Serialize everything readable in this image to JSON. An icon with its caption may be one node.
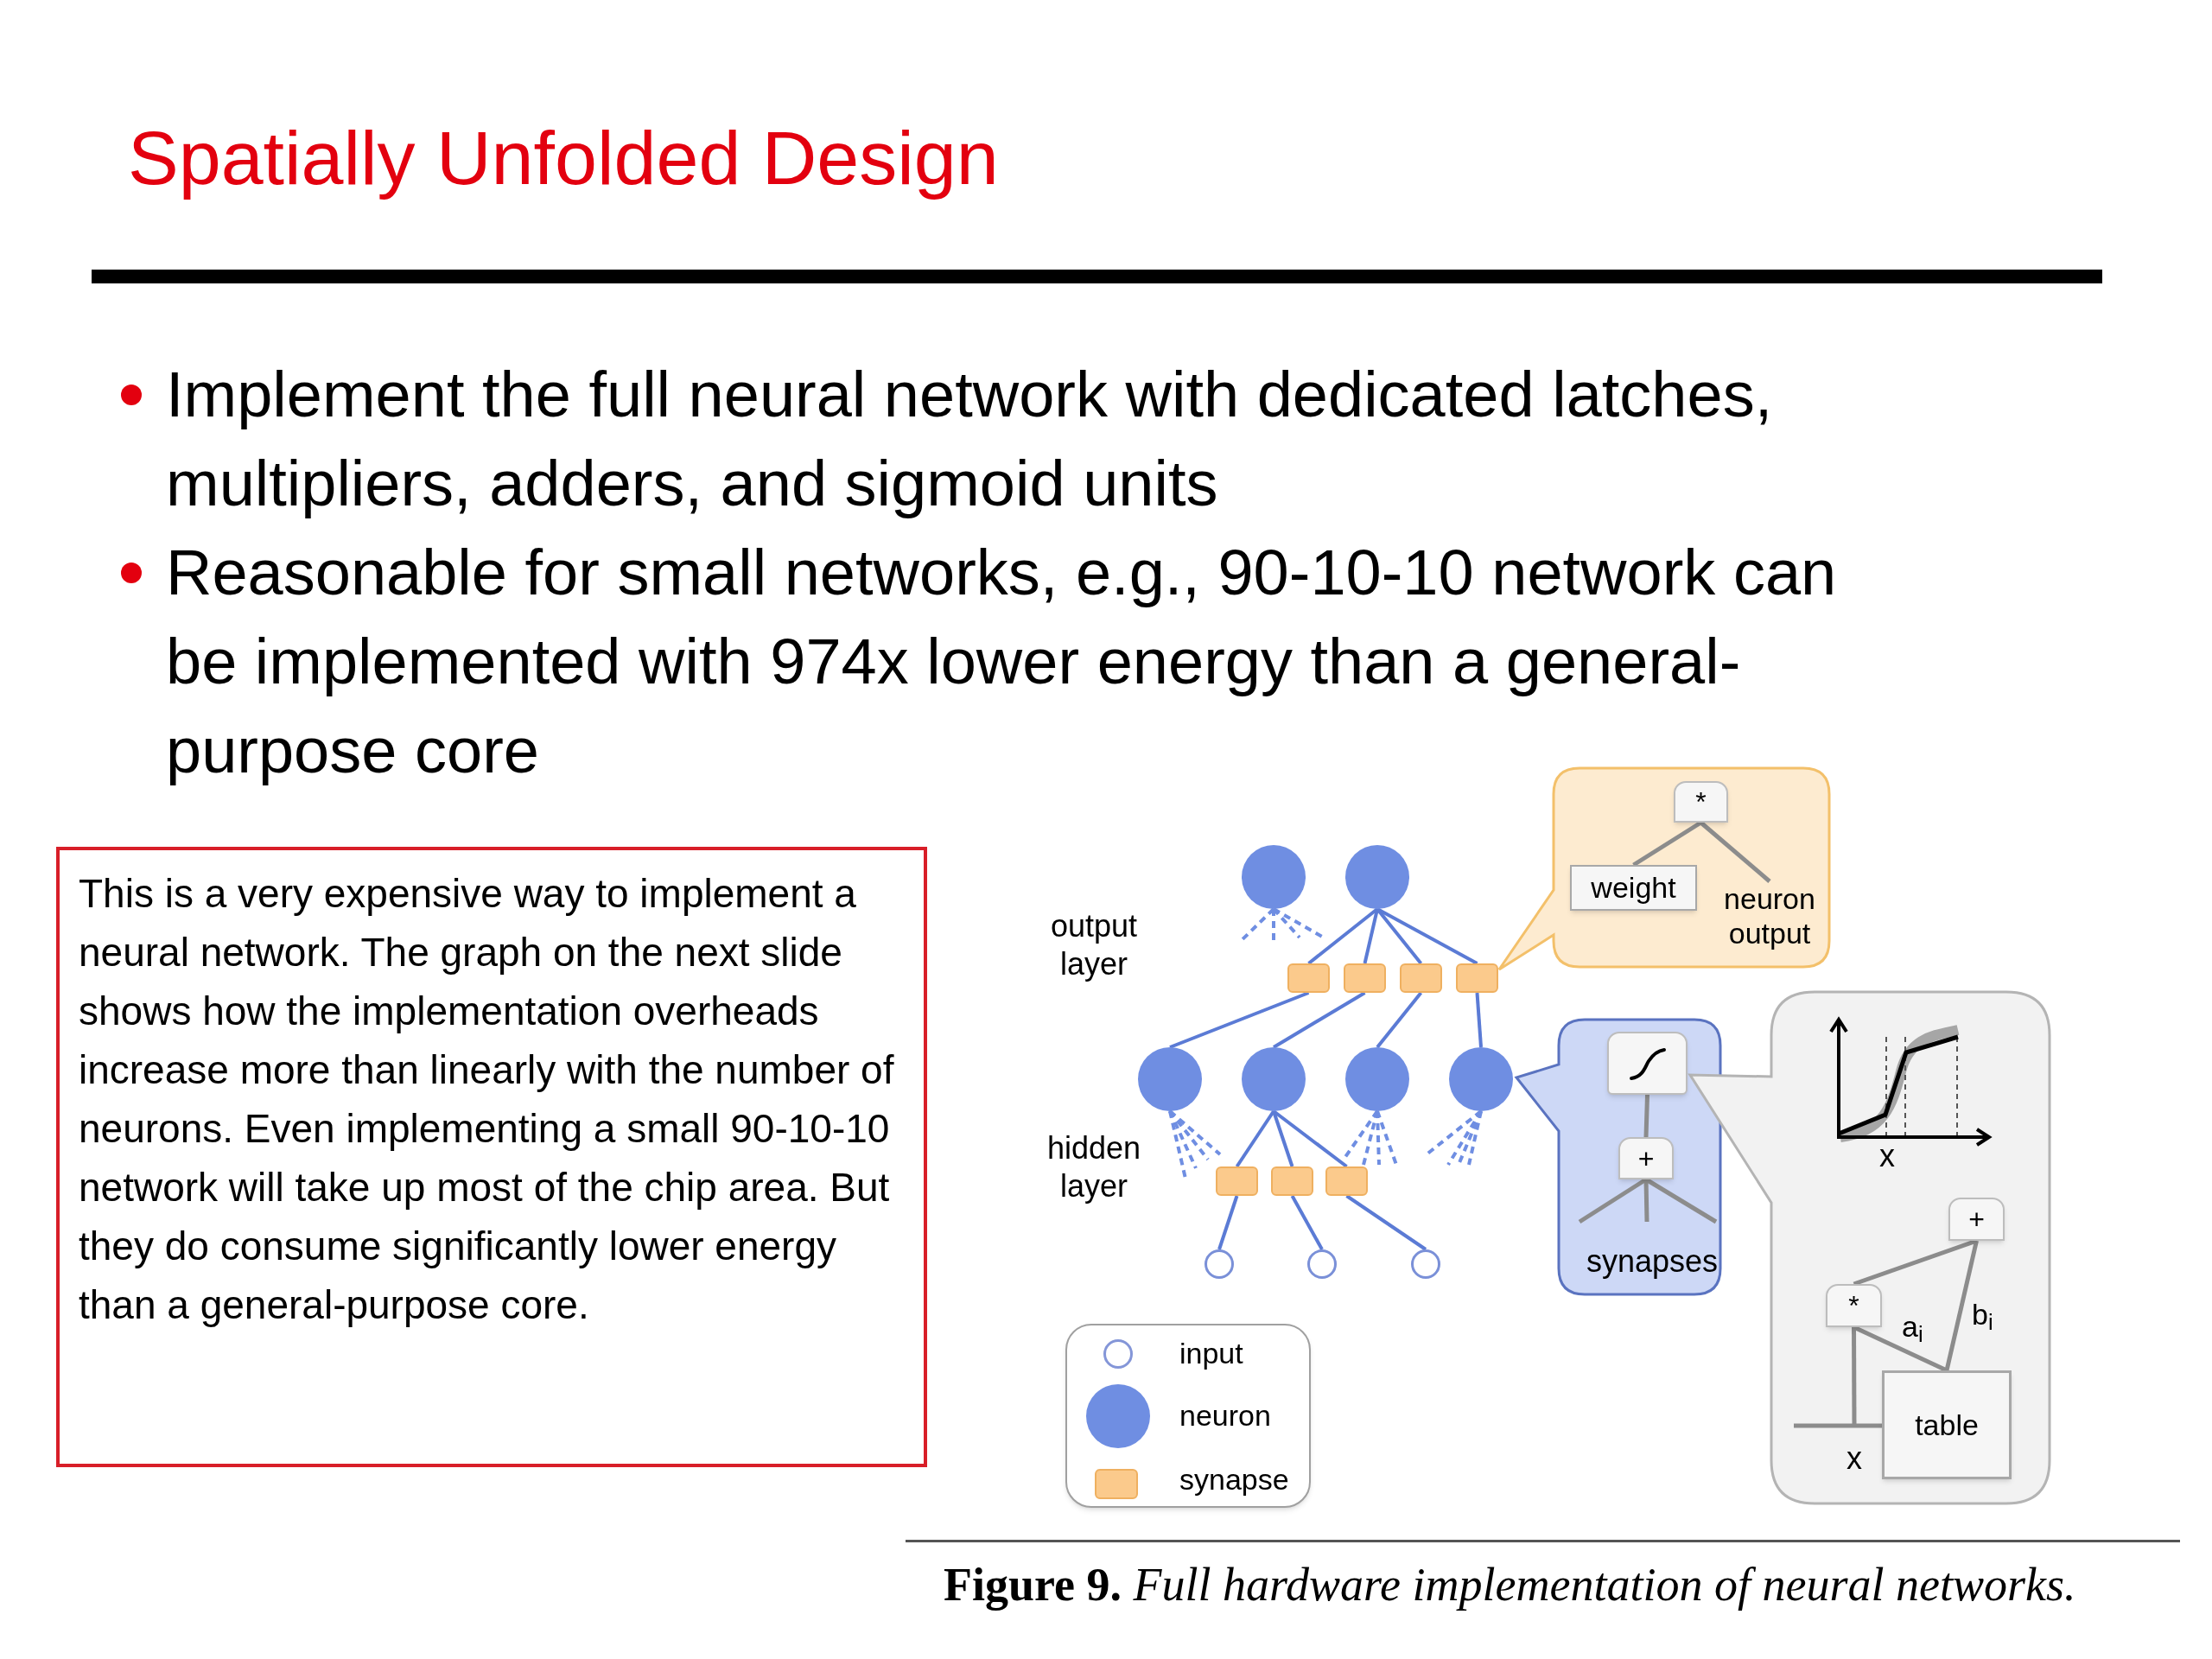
{
  "diagram": {
    "title": "Spatially Unfolded Design",
    "caption": "**Figure 9.** *Full hardware implementation of neural networks.*",
    "nodes": [
      {
        "text": [
          "This is a very expensive way to implement a neural network. The graph on the next slide shows how the implementation overheads increase more than linearly with the number of neurons. Even implementing a small 90-10-10 network will take up most of the chip area. But they do consume significantly lower energy than a general-purpose core."
        ]
      },
      {
        "text": [],
        "shape": "circle"
      },
      {
        "text": [],
        "shape": "circle"
      },
      {
        "text": [],
        "shape": "box"
      },
      {
        "text": [],
        "shape": "box"
      },
      {
        "text": [],
        "shape": "box"
      },
      {
        "text": [],
        "shape": "box"
      },
      {
        "text": [],
        "shape": "circle"
      },
      {
        "text": [],
        "shape": "circle"
      },
      {
        "text": [],
        "shape": "circle"
      },
      {
        "text": [],
        "shape": "circle"
      },
      {
        "text": [],
        "shape": "box"
      },
      {
        "text": [],
        "shape": "box"
      },
      {
        "text": [],
        "shape": "box"
      },
      {
        "text": [],
        "shape": "circle"
      },
      {
        "text": [],
        "shape": "circle"
      },
      {
        "text": [],
        "shape": "circle"
      },
      {
        "text": [],
        "shape": "callout"
      },
      {
        "text": [
          "*"
        ],
        "in": 17
      },
      {
        "text": [
          "weight"
        ],
        "in": 17
      },
      {
        "text": [
          "neuron output"
        ],
        "in": 17
      },
      {
        "text": [],
        "shape": "callout"
      },
      {
        "text": [],
        "shape": "box",
        "in": 21
      },
      {
        "text": [
          "+"
        ],
        "in": 21
      },
      {
        "text": [],
        "shape": "callout"
      },
      {
        "text": [
          "+"
        ],
        "in": 24
      },
      {
        "text": [
          "*"
        ],
        "in": 24
      },
      {
        "text": [
          "table"
        ],
        "in": 24
      }
    ],
    "edges": [
      {
        "from": 2,
        "to": 3,
        "arrow": "none"
      },
      {
        "from": 2,
        "to": 4,
        "arrow": "none"
      },
      {
        "from": 2,
        "to": 5,
        "arrow": "none"
      },
      {
        "from": 2,
        "to": 6,
        "arrow": "none"
      },
      {
        "from": 3,
        "to": 7,
        "arrow": "none"
      },
      {
        "from": 4,
        "to": 8,
        "arrow": "none"
      },
      {
        "from": 5,
        "to": 9,
        "arrow": "none"
      },
      {
        "from": 6,
        "to": 10,
        "arrow": "none"
      },
      {
        "from": 8,
        "to": 11,
        "arrow": "none"
      },
      {
        "from": 8,
        "to": 12,
        "arrow": "none"
      },
      {
        "from": 8,
        "to": 13,
        "arrow": "none"
      },
      {
        "from": 11,
        "to": 14,
        "arrow": "none"
      },
      {
        "from": 12,
        "to": 15,
        "arrow": "none"
      },
      {
        "from": 13,
        "to": 16,
        "arrow": "none"
      },
      {
        "from": 18,
        "to": 19,
        "arrow": "none",
        "color": "#8c8c8c"
      },
      {
        "from": 18,
        "to": 20,
        "arrow": "none",
        "color": "#8c8c8c"
      },
      {
        "from": 22,
        "to": 23,
        "arrow": "none",
        "color": "#8c8c8c"
      },
      {
        "from": 23,
        "to": null,
        "arrow": "none",
        "color": "#8c8c8c"
      },
      {
        "from": 23,
        "to": null,
        "arrow": "none",
        "color": "#8c8c8c"
      },
      {
        "from": 23,
        "to": null,
        "arrow": "none",
        "color": "#8c8c8c"
      },
      {
        "from": 26,
        "to": 25,
        "arrow": "none",
        "color": "#8c8c8c"
      },
      {
        "from": 27,
        "to": 26,
        "arrow": "none",
        "color": "#8c8c8c",
        "label": "a$_{i}$"
      },
      {
        "from": 27,
        "to": 25,
        "arrow": "none",
        "color": "#8c8c8c",
        "label": "b$_{i}$"
      },
      {
        "from": null,
        "to": 26,
        "arrow": "none",
        "color": "#8c8c8c"
      },
      {
        "from": null,
        "to": 27,
        "arrow": "none",
        "color": "#8c8c8c"
      }
    ],
    "labels": [
      "Implement the full neural network with dedicated latches, multipliers, adders, and sigmoid units",
      "Reasonable for small networks, e.g., 90-10-10 network can be implemented with 974x lower energy than a general-purpose core",
      "output layer",
      "hidden layer",
      "synapses",
      "x",
      "x"
    ],
    "legend": [
      {
        "text": "input"
      },
      {
        "text": "neuron",
        "color": "#6f8ee2"
      },
      {
        "text": "synapse",
        "color": "#fbca8c"
      }
    ]
  }
}
